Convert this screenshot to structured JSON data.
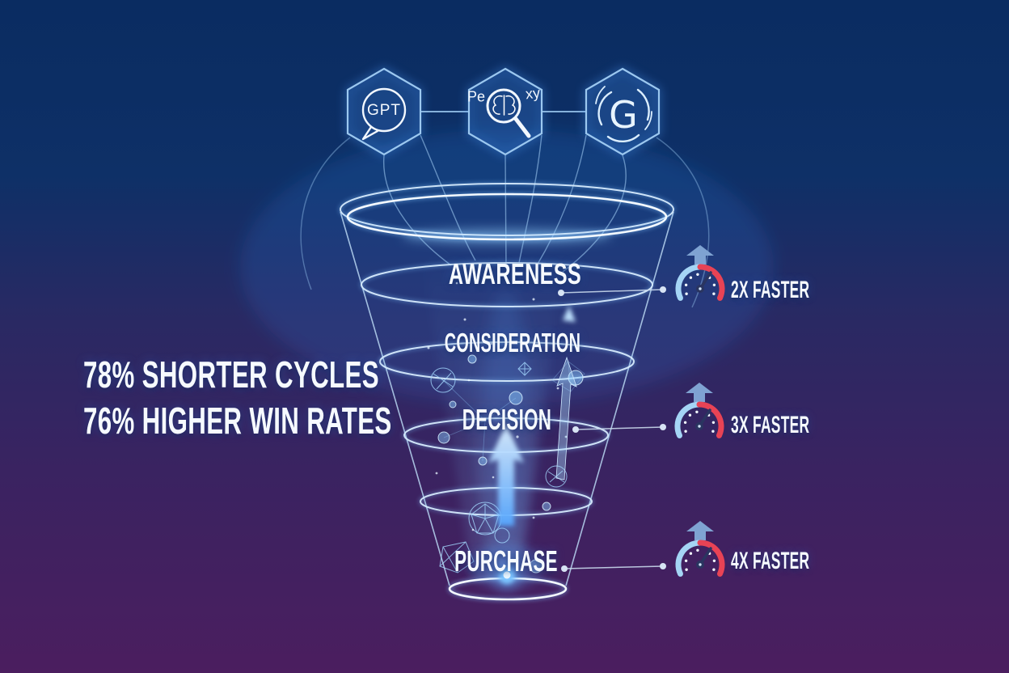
{
  "title": "AI-powered marketing funnel infographic",
  "colors": {
    "bg_top": "#0a2c61",
    "bg_upper": "#0e3067",
    "bg_mid": "#2a2963",
    "bg_lower": "#3a2361",
    "bg_bottom": "#4b1e5f",
    "line_blue": "#9cc8f0",
    "glow_blue": "#5fb0ff",
    "text_white": "#f6faff",
    "gauge_blue": "#a5d5f5",
    "gauge_red": "#e84355",
    "needle": "#2a3560",
    "arrow_steel": "#7fa3d2",
    "connector": "#c9d8ec"
  },
  "providers": {
    "items": [
      {
        "name": "gpt",
        "label": "GPT",
        "icon": "chat-bubble-icon"
      },
      {
        "name": "perplexity",
        "label_left": "Pe",
        "label_right": "xy",
        "icon": "magnifier-brain-icon"
      },
      {
        "name": "gemini",
        "label": "G",
        "icon": "g-swirl-icon"
      }
    ]
  },
  "stats": {
    "line1": "78% SHORTER CYCLES",
    "line2": "76% HIGHER WIN RATES"
  },
  "funnel": {
    "stages": [
      {
        "label": "AWARENESS",
        "metric": "2X FASTER"
      },
      {
        "label": "CONSIDERATION",
        "metric": null
      },
      {
        "label": "DECISION",
        "metric": "3X FASTER"
      },
      {
        "label": "PURCHASE",
        "metric": "4X FASTER"
      }
    ]
  },
  "metrics": [
    {
      "label": "2X FASTER",
      "stage": "AWARENESS",
      "icons": [
        "up-arrow-icon",
        "speedometer-icon"
      ]
    },
    {
      "label": "3X FASTER",
      "stage": "DECISION",
      "icons": [
        "up-arrow-icon",
        "speedometer-icon"
      ]
    },
    {
      "label": "4X FASTER",
      "stage": "PURCHASE",
      "icons": [
        "up-arrow-icon",
        "speedometer-icon"
      ]
    }
  ]
}
